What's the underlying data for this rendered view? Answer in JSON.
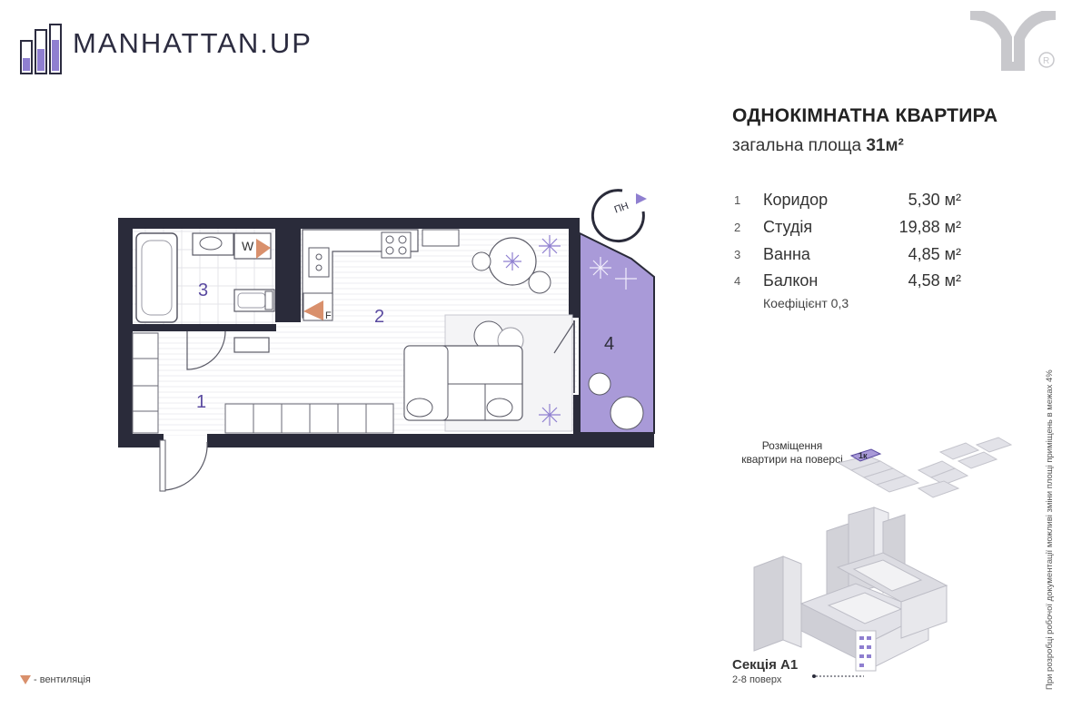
{
  "brand": {
    "name": "MANHATTAN.UP"
  },
  "apartment": {
    "title": "ОДНОКІМНАТНА КВАРТИРА",
    "area_label": "загальна площа",
    "area_value": "31м²"
  },
  "rooms": [
    {
      "num": "1",
      "name": "Коридор",
      "area": "5,30 м²"
    },
    {
      "num": "2",
      "name": "Студія",
      "area": "19,88 м²"
    },
    {
      "num": "3",
      "name": "Ванна",
      "area": "4,85 м²"
    },
    {
      "num": "4",
      "name": "Балкон",
      "area": "4,58 м²"
    }
  ],
  "balcony_coefficient": "Коефіцієнт 0,3",
  "plan": {
    "compass_label": "ПН",
    "washer_label": "W",
    "fridge_label": "F"
  },
  "placement_label": "Розміщення квартири на поверсі",
  "placement_badge": "1к",
  "section": {
    "title": "Секція А1",
    "floors": "2-8 поверх"
  },
  "legend": {
    "ventilation": "- вентиляція"
  },
  "disclaimer": "При розробці робочої документації можливі зміни площі приміщень в межах 4%",
  "colors": {
    "accent": "#a99ad8",
    "accent_dark": "#5a4aa0",
    "wall": "#2a2b3a",
    "vent": "#d9906c"
  }
}
